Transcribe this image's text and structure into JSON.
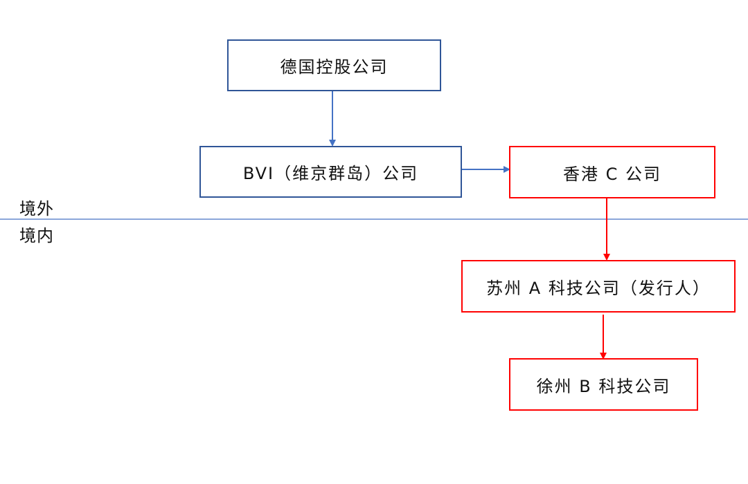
{
  "regions": {
    "overseas": "境外",
    "domestic": "境内"
  },
  "nodes": {
    "german_holding": "德国控股公司",
    "bvi_company": "BVI（维京群岛）公司",
    "hk_c_company": "香港 C 公司",
    "suzhou_a": "苏州 A 科技公司（发行人）",
    "xuzhou_b": "徐州 B 科技公司"
  },
  "colors": {
    "blue": "#4472c4",
    "dark_blue_border": "#2f5597",
    "red": "#ff0000"
  }
}
